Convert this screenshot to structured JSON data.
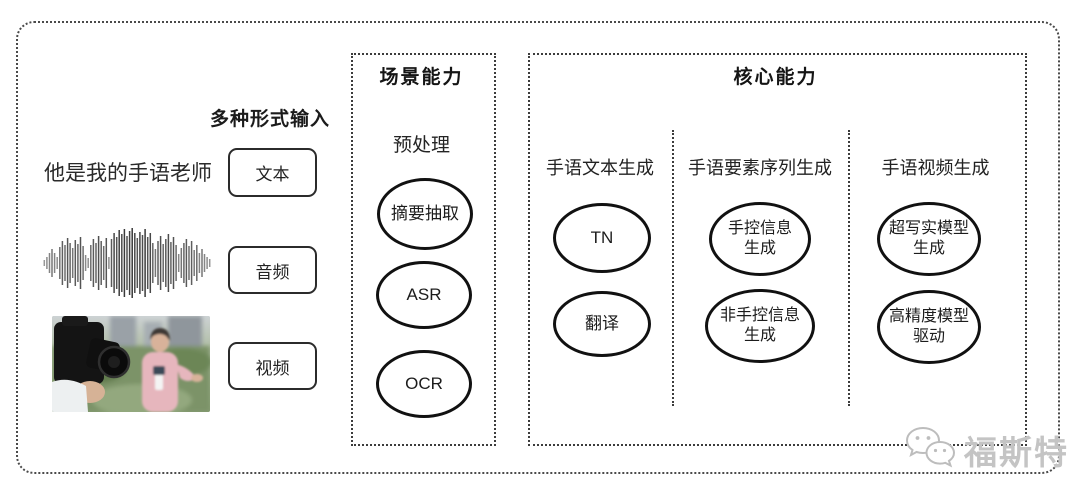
{
  "input_section": {
    "label": "多种形式输入",
    "sample_text": "他是我的手语老师",
    "buttons": [
      {
        "label": "文本"
      },
      {
        "label": "音频"
      },
      {
        "label": "视频"
      }
    ]
  },
  "scene_box": {
    "title": "场景能力",
    "subtitle": "预处理",
    "nodes": [
      "摘要抽取",
      "ASR",
      "OCR"
    ]
  },
  "core_box": {
    "title": "核心能力",
    "columns": [
      {
        "label": "手语文本生成",
        "nodes": [
          {
            "line1": "TN",
            "line2": ""
          },
          {
            "line1": "翻译",
            "line2": ""
          }
        ]
      },
      {
        "label": "手语要素序列生成",
        "nodes": [
          {
            "line1": "手控信息",
            "line2": "生成"
          },
          {
            "line1": "非手控信息",
            "line2": "生成"
          }
        ]
      },
      {
        "label": "手语视频生成",
        "nodes": [
          {
            "line1": "超写实模型",
            "line2": "生成"
          },
          {
            "line1": "高精度模型",
            "line2": "驱动"
          }
        ]
      }
    ]
  },
  "watermark": {
    "icon": "wechat-icon",
    "text": "福斯特",
    "color": "#c4c4c4"
  },
  "colors": {
    "ink": "#1d1d1d",
    "border": "#2b2b2b",
    "dotted_frame": "#3c3c3c",
    "background": "#ffffff"
  },
  "waveform": {
    "color": "#2e2e2e",
    "bars": [
      3,
      6,
      10,
      14,
      10,
      6,
      16,
      22,
      18,
      25,
      20,
      15,
      23,
      19,
      26,
      17,
      8,
      5,
      18,
      24,
      20,
      27,
      22,
      17,
      25,
      6,
      24,
      30,
      26,
      33,
      29,
      34,
      27,
      32,
      35,
      30,
      25,
      31,
      28,
      34,
      26,
      30,
      20,
      14,
      22,
      27,
      19,
      24,
      29,
      21,
      26,
      18,
      9,
      15,
      20,
      24,
      17,
      22,
      13,
      18,
      10,
      14,
      9,
      6,
      4
    ]
  }
}
